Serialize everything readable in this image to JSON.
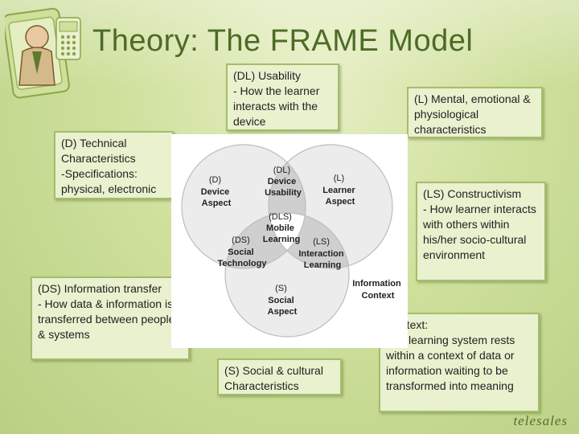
{
  "slide": {
    "title": "Theory: The FRAME Model",
    "signature": "telesales"
  },
  "boxes": {
    "dl": "(DL) Usability\n- How the learner interacts with the device",
    "l": "(L) Mental, emotional & physiological characteristics",
    "d": "(D) Technical Characteristics\n-Specifications: physical, electronic",
    "ls": "(LS) Constructivism\n- How learner interacts with others within his/her socio-cultural environment",
    "ds": "(DS) Information transfer\n- How  data & information is transferred between people & systems",
    "context": "Context:\nThe learning system rests within a context of data or information waiting to be transformed into meaning",
    "s": "(S) Social & cultural Characteristics"
  },
  "venn": {
    "device": [
      "(D)",
      "Device",
      "Aspect"
    ],
    "learner": [
      "(L)",
      "Learner",
      "Aspect"
    ],
    "social": [
      "(S)",
      "Social",
      "Aspect"
    ],
    "dl": [
      "(DL)",
      "Device",
      "Usability"
    ],
    "ds": [
      "(DS)",
      "Social",
      "Technology"
    ],
    "ls": [
      "(LS)",
      "Interaction",
      "Learning"
    ],
    "dls": [
      "(DLS)",
      "Mobile",
      "Learning"
    ],
    "context": [
      "Information",
      "Context"
    ]
  },
  "colors": {
    "title": "#4d6b25",
    "box_fill": "#e9f1cf",
    "box_border": "#a5bd6c",
    "circle_fill": "#ececec",
    "overlap_fill": "#cfcfcf",
    "center_fill": "#ffffff"
  }
}
